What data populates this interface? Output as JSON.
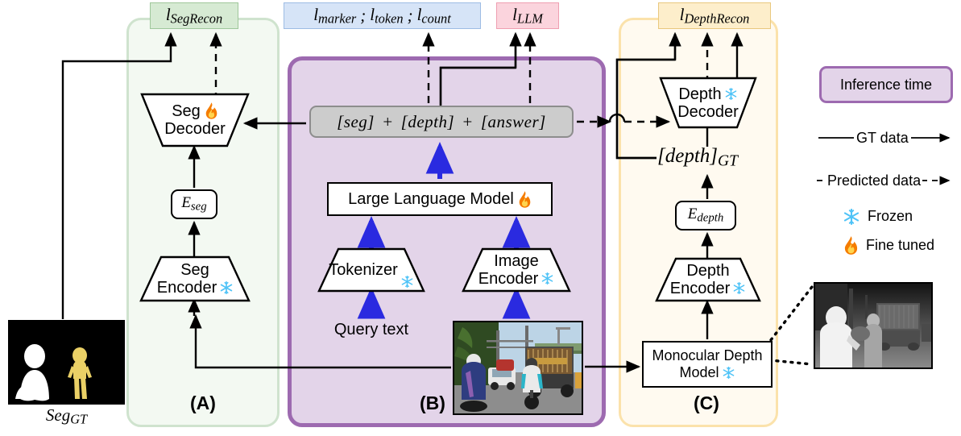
{
  "title": "Multi-task depth-aware segmentation LLM architecture",
  "panels": [
    {
      "id": "A",
      "label": "(A)",
      "border": "#cfe3ce",
      "fill": "#f3f9f2"
    },
    {
      "id": "B",
      "label": "(B)",
      "border": "#9d6ab0",
      "fill": "#e3d4e9"
    },
    {
      "id": "C",
      "label": "(C)",
      "border": "#fbe2ab",
      "fill": "#fffaf0"
    }
  ],
  "losses": {
    "seg_recon": {
      "symbol": "l",
      "subscript": "SegRecon",
      "fill": "#d6ead3",
      "border": "#9fc79b"
    },
    "marker_token_count": {
      "text": "l marker ; l token ; l count",
      "fill": "#d6e4f7",
      "border": "#9dbce4",
      "parts": [
        {
          "symbol": "l",
          "subscript": "marker"
        },
        {
          "symbol": "l",
          "subscript": "token"
        },
        {
          "symbol": "l",
          "subscript": "count"
        }
      ]
    },
    "llm": {
      "symbol": "l",
      "subscript": "LLM",
      "fill": "#fbd4dd",
      "border": "#ef9fb1"
    },
    "depth_recon": {
      "symbol": "l",
      "subscript": "DepthRecon",
      "fill": "#fdeecb",
      "border": "#e9c87e"
    }
  },
  "nodes": {
    "seg_decoder": {
      "line1": "Seg",
      "line2": "Decoder",
      "state": "fine-tuned",
      "icon": "flame-icon"
    },
    "e_seg": {
      "symbol": "E",
      "subscript": "seg"
    },
    "seg_encoder": {
      "line1": "Seg",
      "line2": "Encoder",
      "state": "frozen",
      "icon": "snowflake-icon"
    },
    "tokens": {
      "text": "[seg]  +  [depth]  +  [answer]",
      "parts": [
        "[seg]",
        "+",
        "[depth]",
        "+",
        "[answer]"
      ]
    },
    "llm": {
      "label": "Large Language Model",
      "state": "fine-tuned",
      "icon": "flame-icon"
    },
    "tokenizer": {
      "label": "Tokenizer",
      "state": "frozen",
      "icon": "snowflake-icon"
    },
    "image_encoder": {
      "line1": "Image",
      "line2": "Encoder",
      "state": "frozen",
      "icon": "snowflake-icon"
    },
    "query_text": {
      "label": "Query text"
    },
    "depth_decoder": {
      "line1": "Depth",
      "line2": "Decoder",
      "state": "frozen",
      "icon": "snowflake-icon"
    },
    "depth_gt": {
      "symbol": "[depth]",
      "subscript": "GT"
    },
    "e_depth": {
      "symbol": "E",
      "subscript": "depth"
    },
    "depth_encoder": {
      "line1": "Depth",
      "line2": "Encoder",
      "state": "frozen",
      "icon": "snowflake-icon"
    },
    "monocular_depth_model": {
      "line1": "Monocular Depth",
      "line2": "Model",
      "state": "frozen",
      "icon": "snowflake-icon"
    }
  },
  "images": {
    "seg_gt": {
      "caption_symbol": "Seg",
      "caption_subscript": "GT",
      "alt": "ground-truth segmentation mask"
    },
    "street_scene": {
      "alt": "street scene with motorcycles and truck"
    },
    "depth_map": {
      "alt": "predicted grayscale depth map"
    }
  },
  "legend": {
    "inference_time": "Inference time",
    "items": [
      {
        "name": "gt-data",
        "label": "GT data",
        "style": "solid"
      },
      {
        "name": "predicted-data",
        "label": "Predicted data",
        "style": "dashed"
      },
      {
        "name": "frozen",
        "label": "Frozen",
        "icon": "snowflake-icon"
      },
      {
        "name": "fine-tuned",
        "label": "Fine tuned",
        "icon": "flame-icon"
      }
    ]
  },
  "colors": {
    "arrow_blue": "#2a2ae0",
    "arrow_black": "#000000",
    "panel_b_border": "#9d6ab0",
    "panel_b_fill": "#e3d4e9",
    "panel_a_border": "#cfe3ce",
    "panel_c_border": "#fbe2ab",
    "frozen_icon": "#4fc3f7",
    "flame_icon": "#f57c00"
  }
}
